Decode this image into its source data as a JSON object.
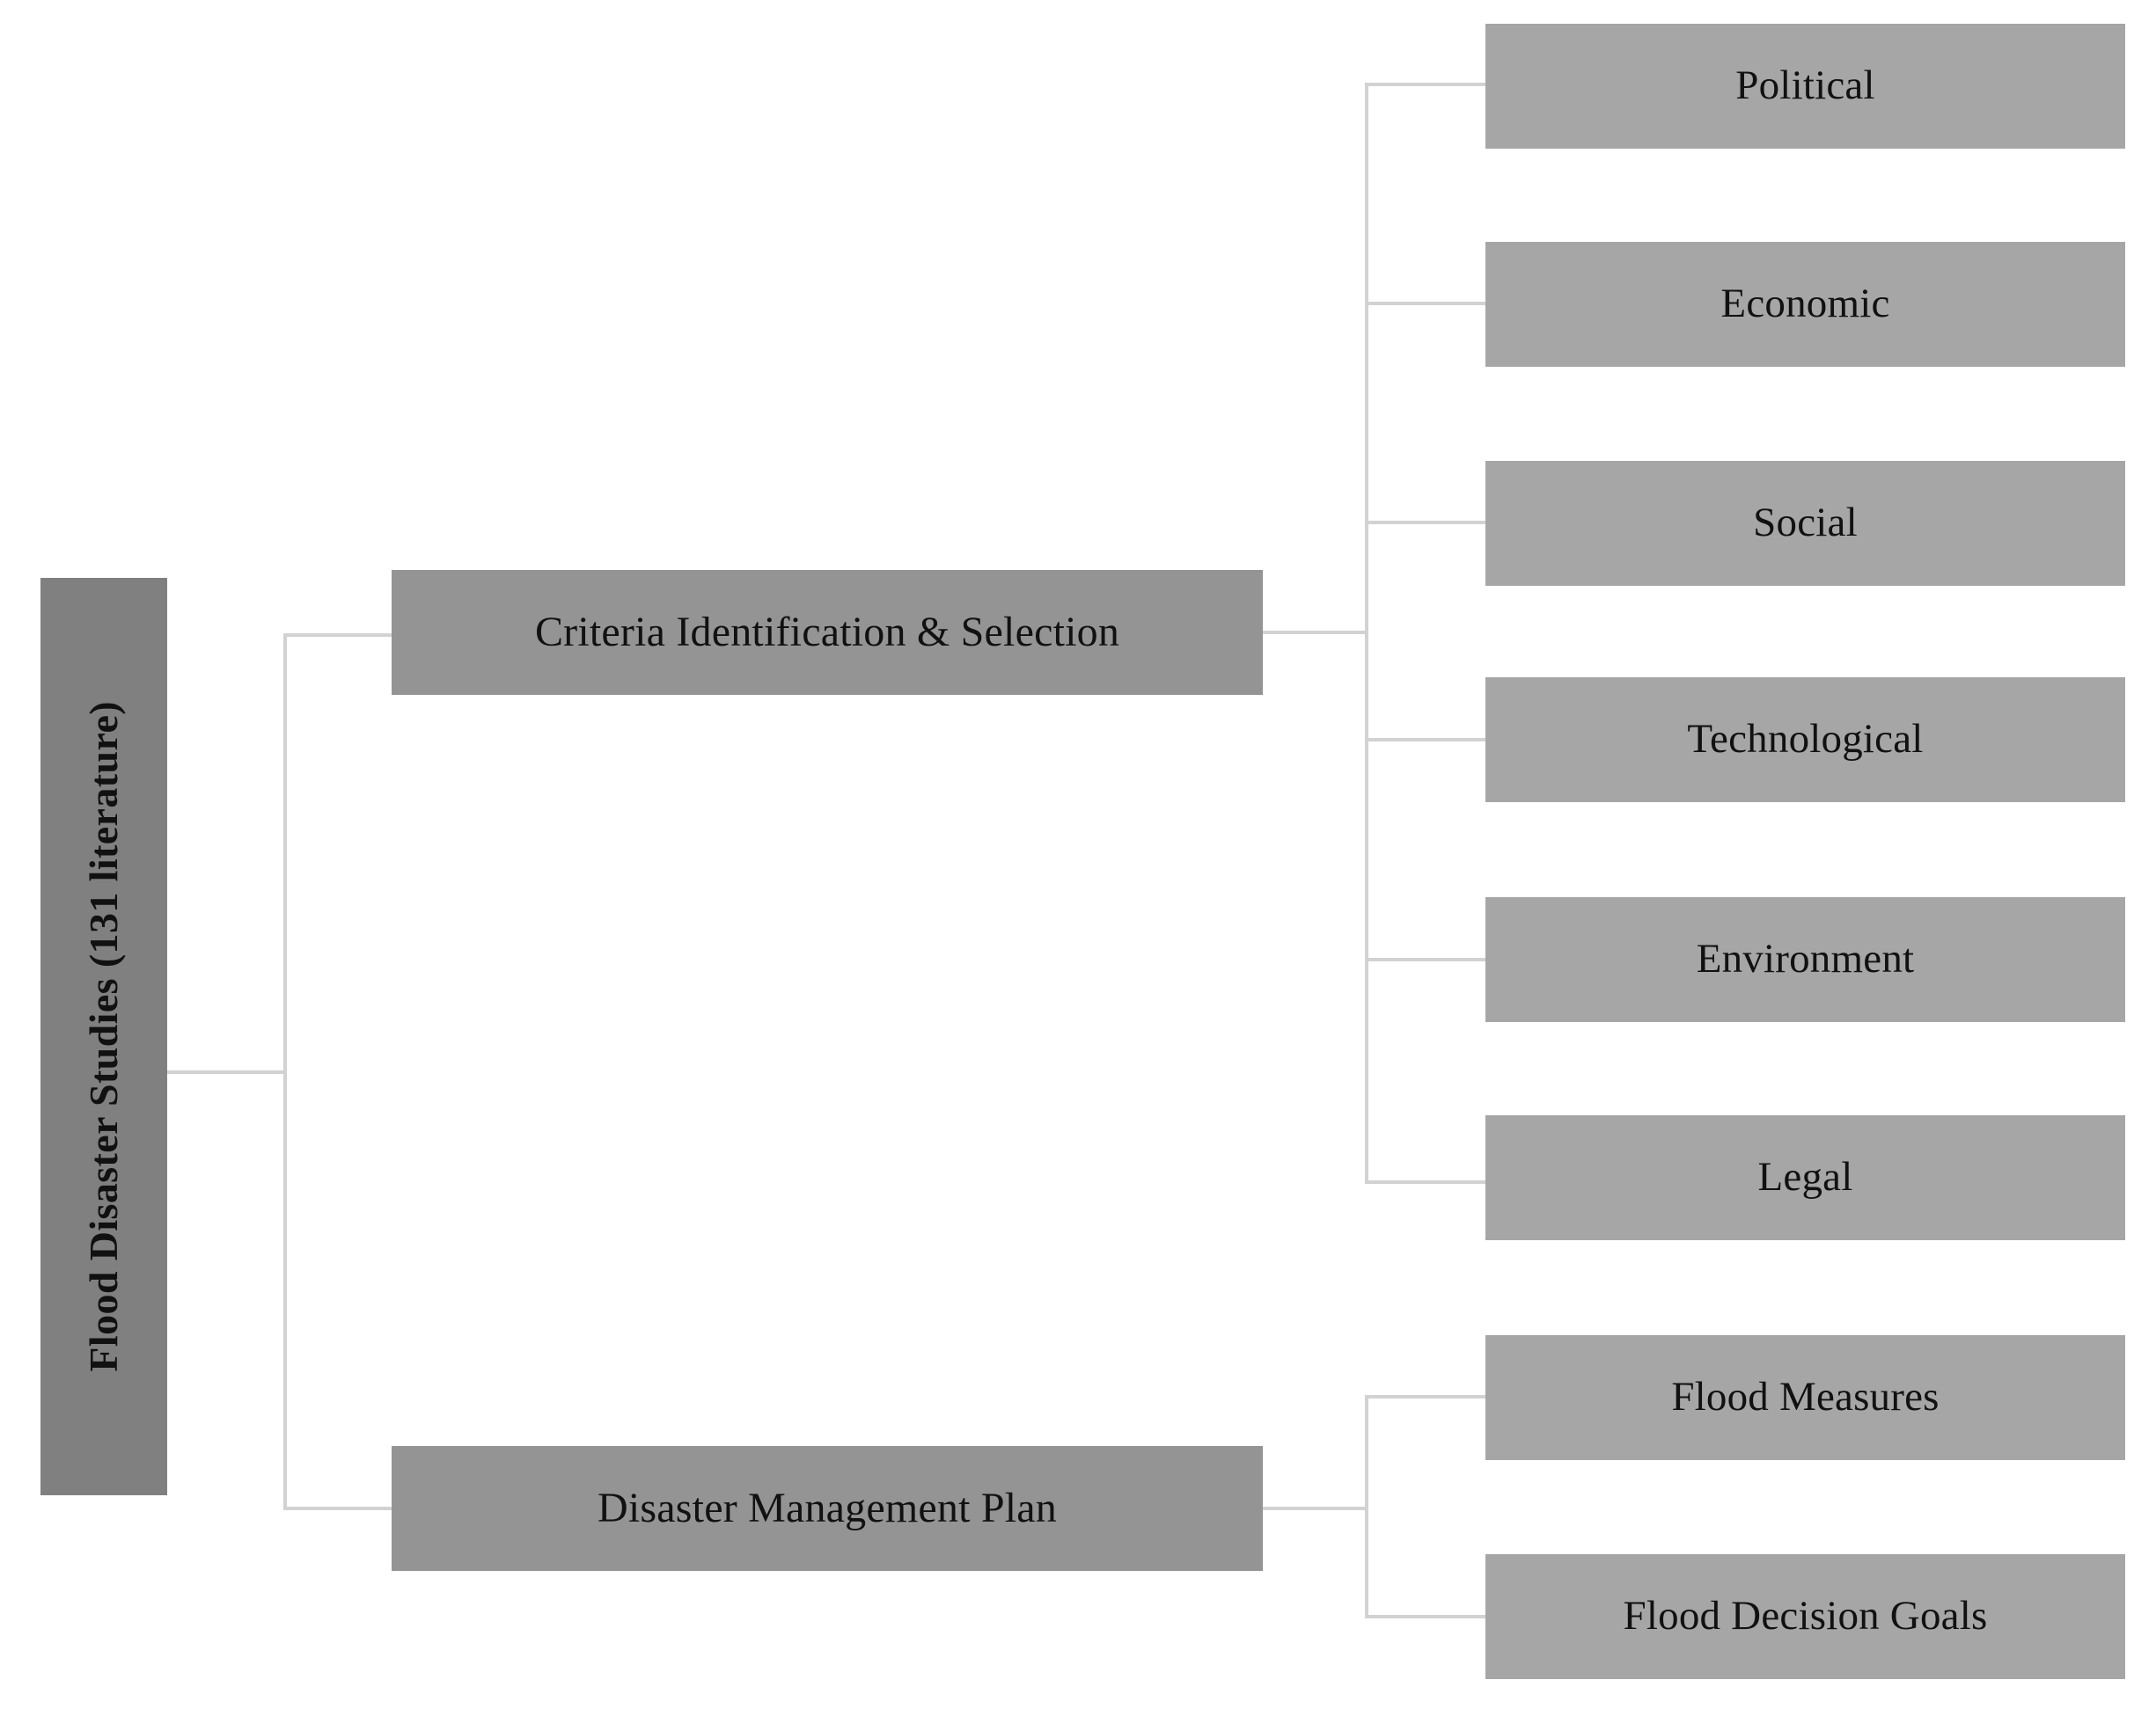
{
  "diagram": {
    "title": "Flood Disaster Studies hierarchy",
    "colors": {
      "root_fill": "#808080",
      "mid_fill": "#949494",
      "leaf_fill": "#a6a6a6",
      "connector": "#d2d2d2",
      "background": "#ffffff",
      "text": "#111111"
    },
    "root": {
      "label": "Flood Disaster Studies (131 literature)",
      "orientation": "vertical"
    },
    "branches": [
      {
        "label": "Criteria Identification & Selection",
        "children": [
          {
            "label": "Political"
          },
          {
            "label": "Economic"
          },
          {
            "label": "Social"
          },
          {
            "label": "Technological"
          },
          {
            "label": "Environment"
          },
          {
            "label": "Legal"
          }
        ]
      },
      {
        "label": "Disaster Management Plan",
        "children": [
          {
            "label": "Flood Measures"
          },
          {
            "label": "Flood Decision Goals"
          }
        ]
      }
    ]
  }
}
